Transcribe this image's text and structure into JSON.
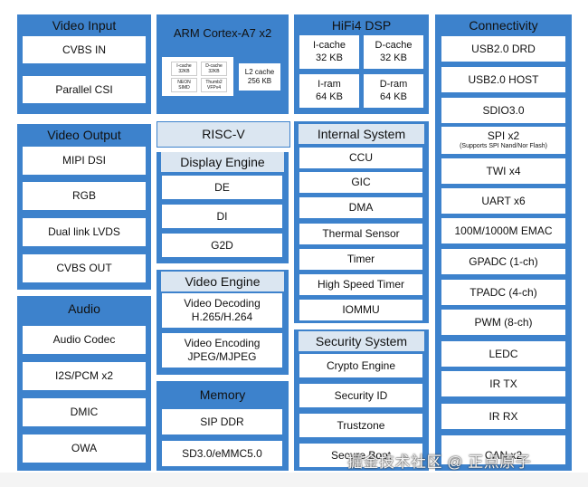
{
  "video_input": {
    "title": "Video Input",
    "items": [
      "CVBS IN",
      "Parallel CSI"
    ]
  },
  "arm": {
    "title": "ARM Cortex-A7 x2",
    "cores": [
      [
        "I-cache",
        "32KB"
      ],
      [
        "D-cache",
        "32KB"
      ],
      [
        "NEON",
        "SIMD"
      ],
      [
        "Thumb2",
        "VFPv4"
      ]
    ],
    "l2": [
      "L2 cache",
      "256 KB"
    ]
  },
  "hifi": {
    "title": "HiFi4 DSP",
    "cells": [
      [
        "I-cache",
        "32 KB"
      ],
      [
        "D-cache",
        "32 KB"
      ],
      [
        "I-ram",
        "64 KB"
      ],
      [
        "D-ram",
        "64 KB"
      ]
    ]
  },
  "connectivity": {
    "title": "Connectivity",
    "items": [
      "USB2.0 DRD",
      "USB2.0 HOST",
      "SDIO3.0"
    ],
    "spi": {
      "label": "SPI x2",
      "note": "(Supports SPI Nand/Nor Flash)"
    },
    "items2": [
      "TWI x4",
      "UART x6",
      "100M/1000M EMAC",
      "GPADC (1-ch)",
      "TPADC (4-ch)",
      "PWM (8-ch)",
      "LEDC",
      "IR TX",
      "IR RX",
      "CAN x2"
    ]
  },
  "video_output": {
    "title": "Video Output",
    "items": [
      "MIPI DSI",
      "RGB",
      "Dual link LVDS",
      "CVBS OUT"
    ]
  },
  "riscv": {
    "title": "RISC-V"
  },
  "display_engine": {
    "title": "Display Engine",
    "items": [
      "DE",
      "DI",
      "G2D"
    ]
  },
  "internal_system": {
    "title": "Internal System",
    "items": [
      "CCU",
      "GIC",
      "DMA",
      "Thermal Sensor",
      "Timer",
      "High Speed Timer",
      "IOMMU"
    ]
  },
  "video_engine": {
    "title": "Video Engine",
    "items": [
      [
        "Video Decoding",
        "H.265/H.264"
      ],
      [
        "Video Encoding",
        "JPEG/MJPEG"
      ]
    ]
  },
  "audio": {
    "title": "Audio",
    "items": [
      "Audio Codec",
      "I2S/PCM x2",
      "DMIC",
      "OWA"
    ]
  },
  "security_system": {
    "title": "Security System",
    "items": [
      "Crypto Engine",
      "Security ID",
      "Trustzone",
      "Secure Boot"
    ]
  },
  "memory": {
    "title": "Memory",
    "items": [
      "SIP DDR",
      "SD3.0/eMMC5.0"
    ]
  },
  "watermark": {
    "text": "掘金技术社区 @ 正点原子"
  },
  "colors": {
    "panel": "#3d82cc",
    "box": "#ffffff",
    "title_bar": "#dbe6f1"
  }
}
